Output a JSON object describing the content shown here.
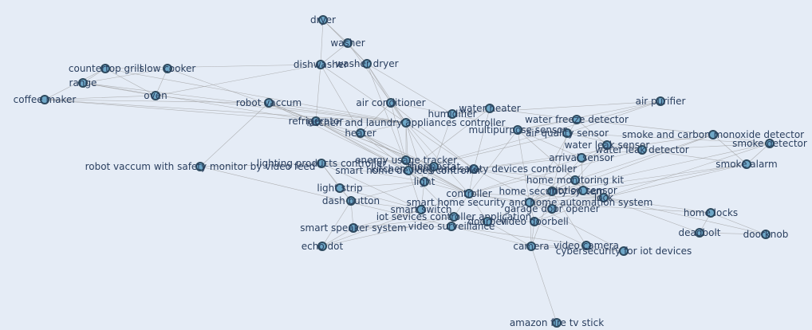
{
  "graph": {
    "background": "#e5ecf6",
    "node_fill": "#6fa8c8",
    "node_stroke": "#2e4a5e",
    "edge_color": "#9a9a9a",
    "label_color": "#2a3f5f",
    "nodes": [
      "dryer",
      "washer",
      "dishwasher",
      "washer dryer",
      "countertop grill",
      "slow cooker",
      "range",
      "oven",
      "coffee maker",
      "robot vaccum",
      "air conditioner",
      "humidifier",
      "water heater",
      "air purifier",
      "refrigerator",
      "kitchen and laundry appliances controller",
      "water freeze detector",
      "heater",
      "multipurpose sensor",
      "air quality sensor",
      "smoke and carbon monoxide detector",
      "smoke detector",
      "water leak sensor",
      "water leak detector",
      "arrival sensor",
      "smoke alarm",
      "robot vaccum with safety monitor by video feed",
      "lighting products controller",
      "energy usage tracker",
      "thermostat",
      "kitchen living and safety devices controller",
      "smart home devices controller",
      "light",
      "home monitoring kit",
      "light strip",
      "home security system",
      "motion sensor",
      "controller",
      "lock",
      "dash button",
      "smart home security and home automation system",
      "smart switch",
      "home locks",
      "garage door opener",
      "iot sevices controller application",
      "doorbell",
      "video doorbell",
      "deadbolt",
      "doorknob",
      "smart speaker system",
      "video surveillance",
      "echo dot",
      "camera",
      "video camera",
      "cybersecurity for iot devices",
      "amazon fire tv stick"
    ]
  }
}
